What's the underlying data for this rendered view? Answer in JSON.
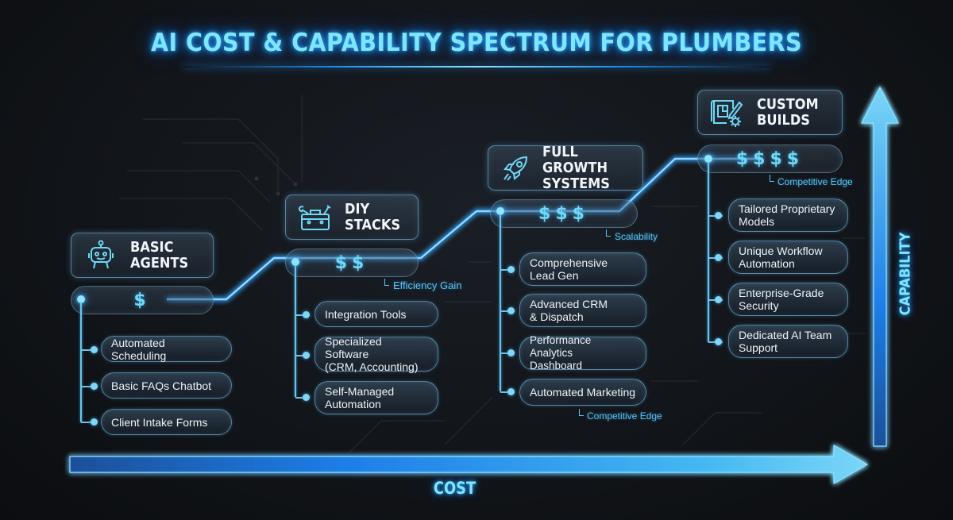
{
  "title": "AI COST & CAPABILITY SPECTRUM FOR PLUMBERS",
  "axes": {
    "x_label": "COST",
    "y_label": "CAPABILITY"
  },
  "colors": {
    "accent": "#2196f3",
    "glow": "#7fe6ff",
    "price_text": "#6fd8f5",
    "benefit_text": "#5cc3f0",
    "background": "#111418"
  },
  "tiers": [
    {
      "name": "BASIC\nAGENTS",
      "icon": "robot-icon",
      "price": "$",
      "benefit": "",
      "features": [
        "Automated Scheduling",
        "Basic FAQs Chatbot",
        "Client Intake Forms"
      ]
    },
    {
      "name": "DIY\nSTACKS",
      "icon": "toolbox-icon",
      "price": "$$",
      "benefit": "Efficiency Gain",
      "features": [
        "Integration Tools",
        "Specialized Software\n(CRM, Accounting)",
        "Self-Managed\nAutomation"
      ]
    },
    {
      "name": "FULL GROWTH\nSYSTEMS",
      "icon": "rocket-icon",
      "price": "$$$",
      "benefit": "Scalability",
      "features": [
        "Comprehensive\nLead Gen",
        "Advanced CRM\n& Dispatch",
        "Performance Analytics\nDashboard",
        "Automated Marketing"
      ],
      "footer_benefit": "Competitive Edge"
    },
    {
      "name": "CUSTOM\nBUILDS",
      "icon": "blueprint-gear-icon",
      "price": "$$$$",
      "benefit": "Competitive Edge",
      "features": [
        "Tailored Proprietary\nModels",
        "Unique Workflow\nAutomation",
        "Enterprise-Grade\nSecurity",
        "Dedicated AI Team\nSupport"
      ]
    }
  ]
}
